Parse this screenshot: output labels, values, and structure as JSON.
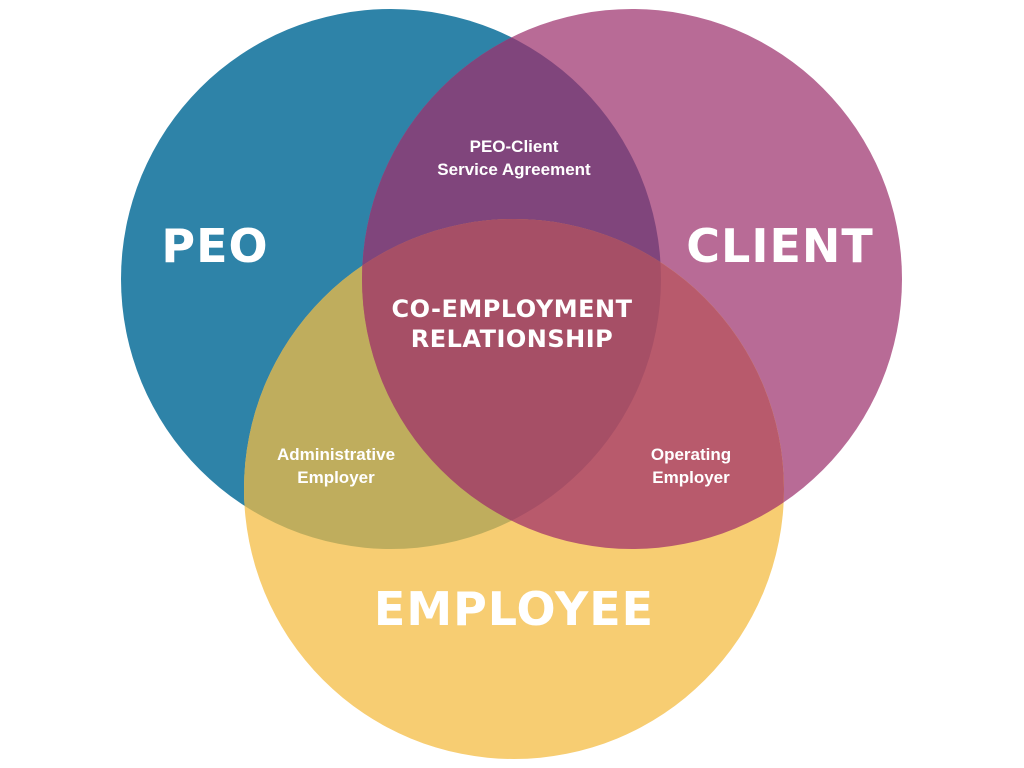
{
  "diagram": {
    "circles": {
      "peo": {
        "label": "PEO",
        "color": "#2e83a8"
      },
      "client": {
        "label": "CLIENT",
        "color": "#b86b96"
      },
      "employee": {
        "label": "EMPLOYEE",
        "color": "#f7cd72"
      }
    },
    "overlap_colors": {
      "peo_client": "#80457c",
      "peo_employee": "#bfad5d",
      "client_employee": "#b85a6c",
      "all": "#a64f66"
    },
    "intersections": {
      "peo_client": {
        "line1": "PEO-Client",
        "line2": "Service Agreement"
      },
      "peo_employee": {
        "line1": "Administrative",
        "line2": "Employer"
      },
      "client_employee": {
        "line1": "Operating",
        "line2": "Employer"
      },
      "center": {
        "line1": "CO-EMPLOYMENT",
        "line2": "RELATIONSHIP"
      }
    }
  }
}
